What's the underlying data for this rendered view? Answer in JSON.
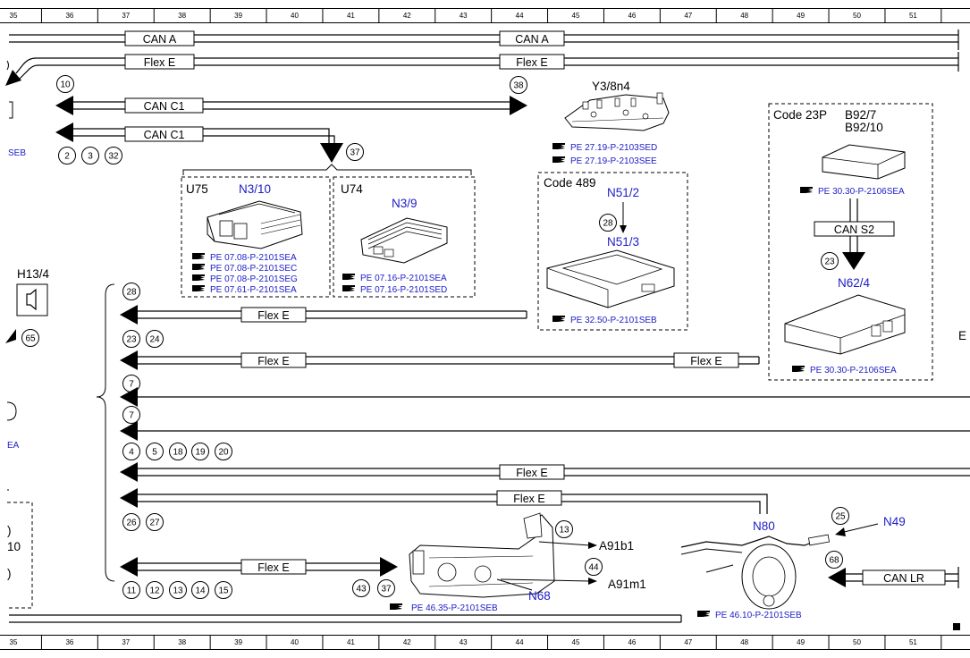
{
  "ruler": {
    "top": [
      "35",
      "36",
      "37",
      "38",
      "39",
      "40",
      "41",
      "42",
      "43",
      "44",
      "45",
      "46",
      "47",
      "48",
      "49",
      "50",
      "51"
    ],
    "bottom": [
      "35",
      "36",
      "37",
      "38",
      "39",
      "40",
      "41",
      "42",
      "43",
      "44",
      "45",
      "46",
      "47",
      "48",
      "49",
      "50",
      "51"
    ]
  },
  "bus": {
    "can_a": "CAN A",
    "flex_e": "Flex E",
    "can_c1": "CAN C1",
    "can_s2": "CAN S2",
    "can_lr": "CAN LR"
  },
  "components": {
    "y3_8n4": "Y3/8n4",
    "u75": "U75",
    "n3_10": "N3/10",
    "u74": "U74",
    "n3_9": "N3/9",
    "code489": "Code 489",
    "n51_2": "N51/2",
    "n51_3": "N51/3",
    "code23p": "Code 23P",
    "b92_7": "B92/7",
    "b92_10": "B92/10",
    "n62_4": "N62/4",
    "h13_4": "H13/4",
    "n80": "N80",
    "n49": "N49",
    "a91b1": "A91b1",
    "a91m1": "A91m1",
    "n68": "N68"
  },
  "refs": {
    "y3": [
      "PE 27.19-P-2103SED",
      "PE 27.19-P-2103SEE"
    ],
    "u75": [
      "PE 07.08-P-2101SEA",
      "PE 07.08-P-2101SEC",
      "PE 07.08-P-2101SEG",
      "PE 07.61-P-2101SEA"
    ],
    "u74": [
      "PE 07.16-P-2101SEA",
      "PE 07.16-P-2101SED"
    ],
    "n51": "PE 32.50-P-2101SEB",
    "b92": "PE 30.30-P-2106SEA",
    "n62": "PE 30.30-P-2106SEA",
    "n68": "PE 46.35-P-2101SEB",
    "n80": "PE 46.10-P-2101SEB"
  },
  "left_clip": {
    "seb": "SEB",
    "ea": "EA",
    "ten": "10"
  },
  "right_clip": {
    "e": "E"
  },
  "circles": {
    "c10": "10",
    "c38": "38",
    "c2": "2",
    "c3": "3",
    "c32": "32",
    "c37a": "37",
    "c28a": "28",
    "c23a": "23",
    "c65": "65",
    "c28b": "28",
    "c23b": "23",
    "c24": "24",
    "c7a": "7",
    "c7b": "7",
    "c4": "4",
    "c5": "5",
    "c18": "18",
    "c19": "19",
    "c20": "20",
    "c26": "26",
    "c27": "27",
    "c11": "11",
    "c12": "12",
    "c13a": "13",
    "c14": "14",
    "c15": "15",
    "c43": "43",
    "c37b": "37",
    "c13b": "13",
    "c44": "44",
    "c25": "25",
    "c68": "68"
  }
}
